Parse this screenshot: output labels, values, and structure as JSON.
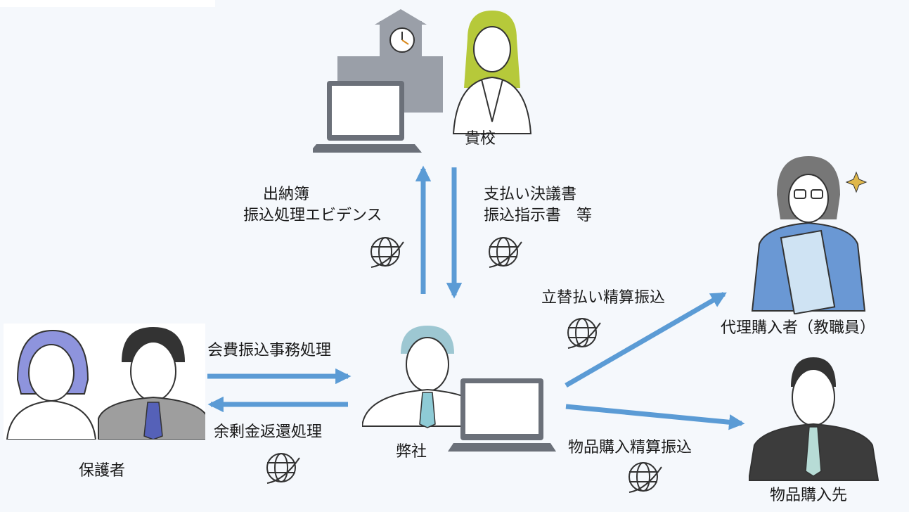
{
  "nodes": {
    "school": "貴校",
    "company": "弊社",
    "guardians": "保護者",
    "proxy_buyer": "代理購入者（教職員）",
    "supplier": "物品購入先"
  },
  "flows": {
    "to_school_line1": "出納簿",
    "to_school_line2": "振込処理エビデンス",
    "from_school_line1": "支払い決議書",
    "from_school_line2": "振込指示書　等",
    "to_company": "会費振込事務処理",
    "to_guardians": "余剰金返還処理",
    "to_proxy": "立替払い精算振込",
    "to_supplier": "物品購入精算振込"
  },
  "colors": {
    "arrow": "#5b9bd5",
    "background": "#f5f8fc"
  },
  "icons": [
    "globe-icon",
    "laptop-icon",
    "school-building-icon",
    "person-icon",
    "sparkle-icon"
  ]
}
